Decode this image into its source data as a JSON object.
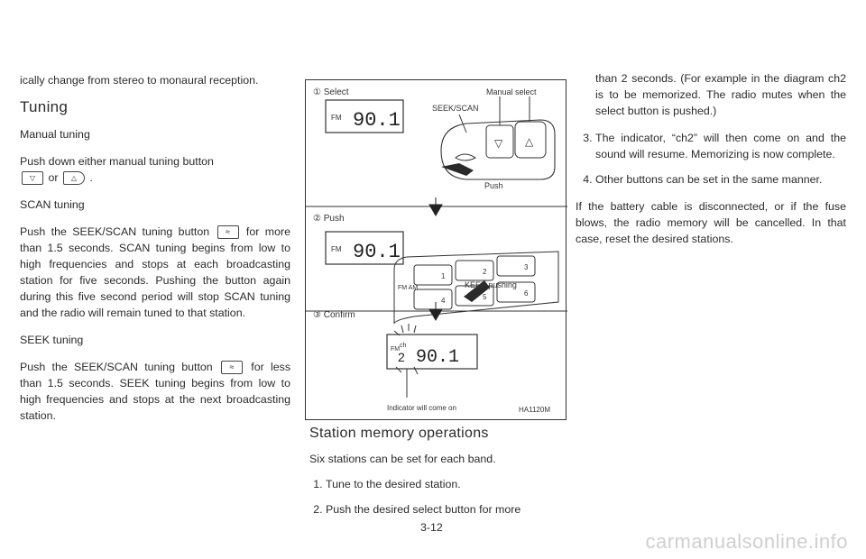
{
  "left": {
    "intro": "ically change from stereo to monaural reception.",
    "tuning_heading": "Tuning",
    "manual_tuning_label": "Manual tuning",
    "manual_tuning_text": "Push down either manual tuning button",
    "manual_or": "or",
    "scan_tuning_label": "SCAN tuning",
    "scan_p1": "Push the SEEK/SCAN tuning button",
    "scan_p2": "for more than 1.5 seconds. SCAN tuning begins from low to high frequencies and stops at each broadcasting station for five seconds. Pushing the button again during this five second period will stop SCAN tuning and the radio will remain tuned to that station.",
    "seek_tuning_label": "SEEK tuning",
    "seek_p1": "Push the SEEK/SCAN tuning button",
    "seek_p2": "for less than 1.5 seconds. SEEK tuning begins from low to high frequencies and stops at the next broadcasting station."
  },
  "figure": {
    "step1_label": "① Select",
    "manual_select_label": "Manual select",
    "seek_scan_label": "SEEK/SCAN",
    "push_label": "Push",
    "step2_label": "② Push",
    "keep_pushing_label": "KEEP pushing",
    "step3_label": "③ Confirm",
    "indicator_label": "Indicator will come on",
    "figure_code": "HA1120M",
    "display_band": "FM",
    "display_freq": "90.1",
    "display_ch": "ch",
    "display_digit": "2",
    "preset_numbers": [
      "1",
      "2",
      "3",
      "4",
      "5",
      "6"
    ],
    "band_label": "FM AM"
  },
  "middle": {
    "heading": "Station memory operations",
    "intro": "Six stations can be set for each band.",
    "steps": [
      "Tune to the desired station.",
      "Push the desired select button for more"
    ]
  },
  "right": {
    "continued": "than 2 seconds. (For example in the diagram ch2 is to be memorized. The radio mutes when the select button is pushed.)",
    "steps": [
      "The indicator, “ch2” will then come on and the sound will resume. Memorizing is now complete.",
      "Other buttons can be set in the same manner."
    ],
    "battery_note": "If the battery cable is disconnected, or if the fuse blows, the radio memory will be cancelled. In that case, reset the desired stations."
  },
  "page_number": "3-12",
  "watermark": "carmanualsonline.info"
}
